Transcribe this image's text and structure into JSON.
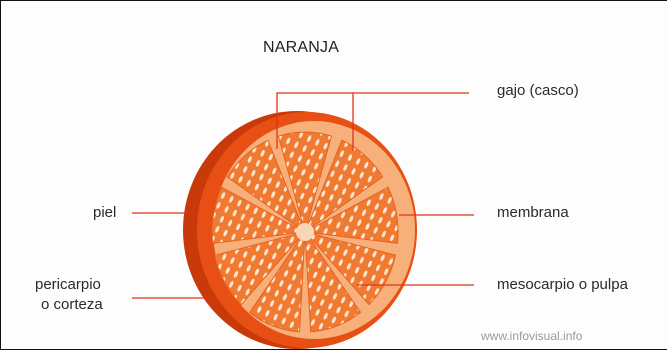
{
  "title": "NARANJA",
  "labels": {
    "gajo": "gajo (casco)",
    "piel": "piel",
    "membrana": "membrana",
    "pericarpio_line1": "pericarpio",
    "pericarpio_line2": "o corteza",
    "mesocarpio": "mesocarpio o pulpa"
  },
  "watermark": "www.infovisual.info",
  "colors": {
    "rind": "#e84f14",
    "rind_dark": "#c93a0b",
    "pith": "#f7b07a",
    "flesh": "#f07a32",
    "juice_cell": "#fde7d2",
    "leader_line": "#e0341c",
    "center": "#fbd6b4"
  }
}
